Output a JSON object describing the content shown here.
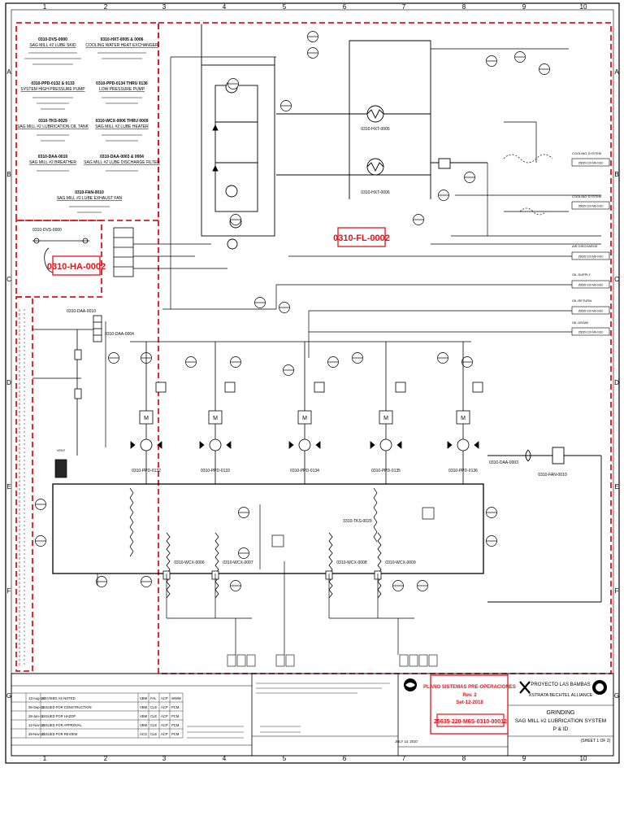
{
  "grid": {
    "columns": [
      "1",
      "2",
      "3",
      "4",
      "5",
      "6",
      "7",
      "8",
      "9",
      "10"
    ],
    "rows": [
      "A",
      "B",
      "C",
      "D",
      "E",
      "F",
      "G"
    ]
  },
  "equipment_list": [
    {
      "tag": "0310-DVS-0000",
      "desc": "SAG MILL #2 LUBE SKID"
    },
    {
      "tag": "0310-HXT-0005 & 0006",
      "desc": "COOLING WATER HEAT EXCHANGER"
    },
    {
      "tag": "0310-PPD-0132 & 0133",
      "desc": "SYSTEM HIGH PRESSURE PUMP"
    },
    {
      "tag": "0310-PPD-0134 THRU 0136",
      "desc": "LOW PRESSURE PUMP"
    },
    {
      "tag": "0310-TKS-0029",
      "desc": "SAG MILL #2 LUBRICATION OIL TANK"
    },
    {
      "tag": "0310-WCX-0006 THRU 0009",
      "desc": "SAG MILL #2 LUBE HEATER"
    },
    {
      "tag": "0310-DAA-0010",
      "desc": "SAG MILL #2 BREATHER"
    },
    {
      "tag": "0310-DAA-0003 & 0004",
      "desc": "SAG MILL #2 LUBE DISCHARGE FILTER"
    },
    {
      "tag": "0310-FAN-0010",
      "desc": "SAG MILL #2 LUBE EXHAUST FAN"
    }
  ],
  "callouts": {
    "filter": "0310-FL-0002",
    "heater_access": "0310-HA-0002"
  },
  "equipment_tags": {
    "hx_top": "0310-HXT-0005",
    "hx_bottom": "0310-HXT-0006",
    "tank": "0310-TKS-0029",
    "pump_1": "0310-PPD-0132",
    "pump_2": "0310-PPD-0133",
    "pump_3": "0310-PPD-0134",
    "pump_4": "0310-PPD-0135",
    "pump_5": "0310-PPD-0136",
    "heater_1": "0310-WCX-0006",
    "heater_2": "0310-WCX-0007",
    "heater_3": "0310-WCX-0008",
    "heater_4": "0310-WCX-0009",
    "breather": "0310-DAA-0010",
    "filter_left": "0310-DAA-0004",
    "filter_right": "0310-DAA-0003",
    "fan": "0310-FAN-0010",
    "skid": "0310-DVS-0000",
    "vent": "VENT"
  },
  "offpage": [
    {
      "label": "COOLING SYSTEM",
      "ref": "25635-220-M6-0310"
    },
    {
      "label": "COOLING SYSTEM",
      "ref": "25635-220-M6-0310"
    },
    {
      "label": "AIR DISCHARGE",
      "ref": "25635-220-M6-0310"
    },
    {
      "label": "OIL SUPPLY",
      "ref": "25635-220-M6-0310"
    },
    {
      "label": "OIL RETURN",
      "ref": "25635-220-M6-0310"
    },
    {
      "label": "OIL DRAIN",
      "ref": "25635-220-M6-0310"
    }
  ],
  "title_block": {
    "stamp_title": "PLANO SISTEMAS PRE-OPERACIONES",
    "stamp_rev": "Rev. 2",
    "stamp_date": "Set-12-2018",
    "stamp_number": "25635-220-M6S-0310-00012",
    "project": "PROYECTO LAS BAMBAS",
    "alliance": "XSTRATA BECHTEL ALLIANCE",
    "discipline": "GRINDING",
    "drawing_title": "SAG MILL #2 LUBRICATION SYSTEM",
    "drawing_type": "P & ID",
    "sheet": "(SHEET 1 OF 2)",
    "date_cell": "JULY 14, 2010"
  },
  "revisions": [
    {
      "date": "13-Aug-12",
      "desc": "REVISED AS NOTED",
      "by": "VBM",
      "chk": "FAL",
      "app": "ACP",
      "own": "WWW"
    },
    {
      "date": "08-Sep-11",
      "desc": "ISSUED FOR CONSTRUCTION",
      "by": "VBM",
      "chk": "CLE",
      "app": "ACP",
      "own": "PCM"
    },
    {
      "date": "28-Jan-11",
      "desc": "ISSUED FOR HAZOP",
      "by": "VBM",
      "chk": "CLE",
      "app": "ACP",
      "own": "PCM"
    },
    {
      "date": "12-Nov-10",
      "desc": "ISSUED FOR APPROVAL",
      "by": "VBM",
      "chk": "CLE",
      "app": "ACP",
      "own": "PCM"
    },
    {
      "date": "28-Nov-10",
      "desc": "ISSUED FOR REVIEW",
      "by": "ACG",
      "chk": "CLE",
      "app": "ACP",
      "own": "PCM"
    }
  ]
}
